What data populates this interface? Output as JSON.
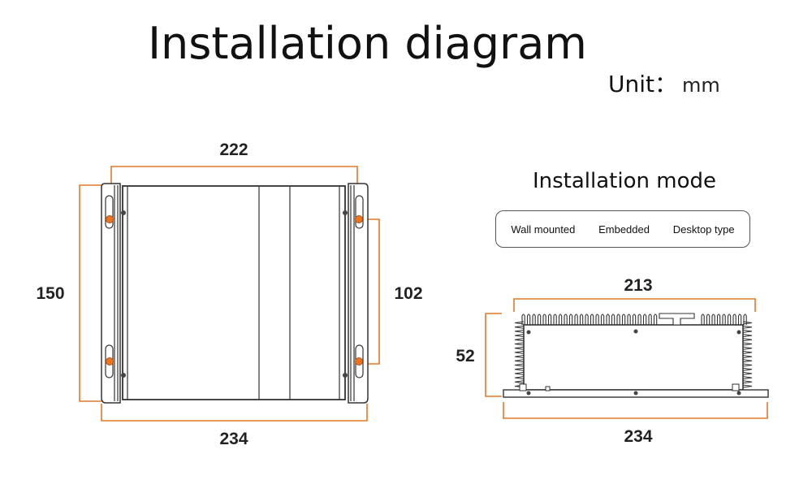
{
  "title": "Installation diagram",
  "unit": {
    "label": "Unit：",
    "value": "mm"
  },
  "installation_mode": {
    "title": "Installation mode",
    "modes": [
      "Wall mounted",
      "Embedded",
      "Desktop type"
    ]
  },
  "front_view": {
    "width_inner": "222",
    "height_outer": "150",
    "hole_spacing": "102",
    "width_outer": "234"
  },
  "side_view": {
    "width_top": "213",
    "height": "52",
    "width_bottom": "234"
  },
  "colors": {
    "dimension_line": "#e07a2a",
    "mount_hole": "#f0741e",
    "outline": "#333333"
  }
}
